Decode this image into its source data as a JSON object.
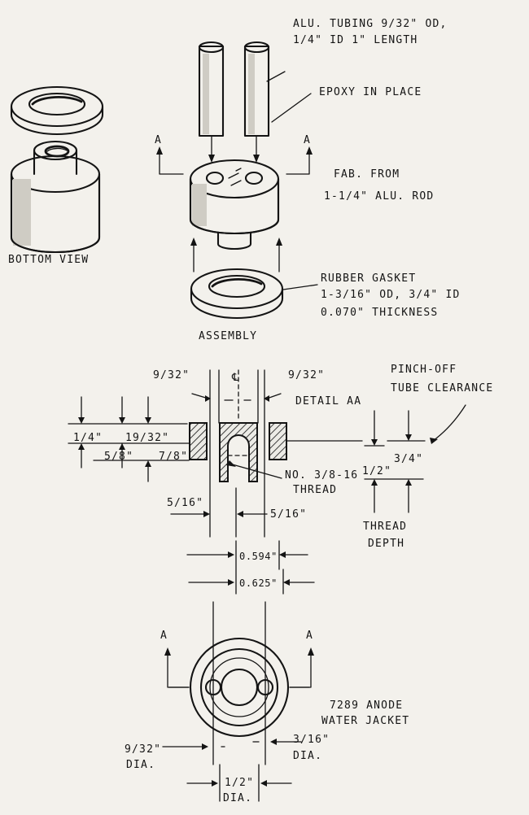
{
  "labels": {
    "tubing_line1": "ALU. TUBING 9/32\" OD,",
    "tubing_line2": "1/4\" ID  1\" LENGTH",
    "epoxy": "EPOXY IN PLACE",
    "section_a": "A",
    "fab_line1": "FAB. FROM",
    "fab_line2": "1-1/4\" ALU. ROD",
    "bottom_view": "BOTTOM VIEW",
    "gasket_line1": "RUBBER GASKET",
    "gasket_line2": "1-3/16\" OD, 3/4\" ID",
    "gasket_line3": "0.070\" THICKNESS",
    "assembly": "ASSEMBLY",
    "centerline": "℄",
    "dim_9_32": "9/32\"",
    "detail_aa": "DETAIL AA",
    "pinch_line1": "PINCH-OFF",
    "pinch_line2": "TUBE CLEARANCE",
    "dim_1_4": "1/4\"",
    "dim_19_32": "19/32\"",
    "dim_5_8": "5/8\"",
    "dim_7_8": "7/8\"",
    "thread_line1": "NO. 3/8-16",
    "thread_line2": "THREAD",
    "dim_1_2": "1/2\"",
    "dim_3_4": "3/4\"",
    "dim_5_16": "5/16\"",
    "thread_depth_line1": "THREAD",
    "thread_depth_line2": "DEPTH",
    "dim_0594": "0.594\"",
    "dim_0625": "0.625\"",
    "jacket_line1": "7289 ANODE",
    "jacket_line2": "WATER JACKET",
    "dim_3_16": "3/16\"",
    "dia": "DIA."
  }
}
